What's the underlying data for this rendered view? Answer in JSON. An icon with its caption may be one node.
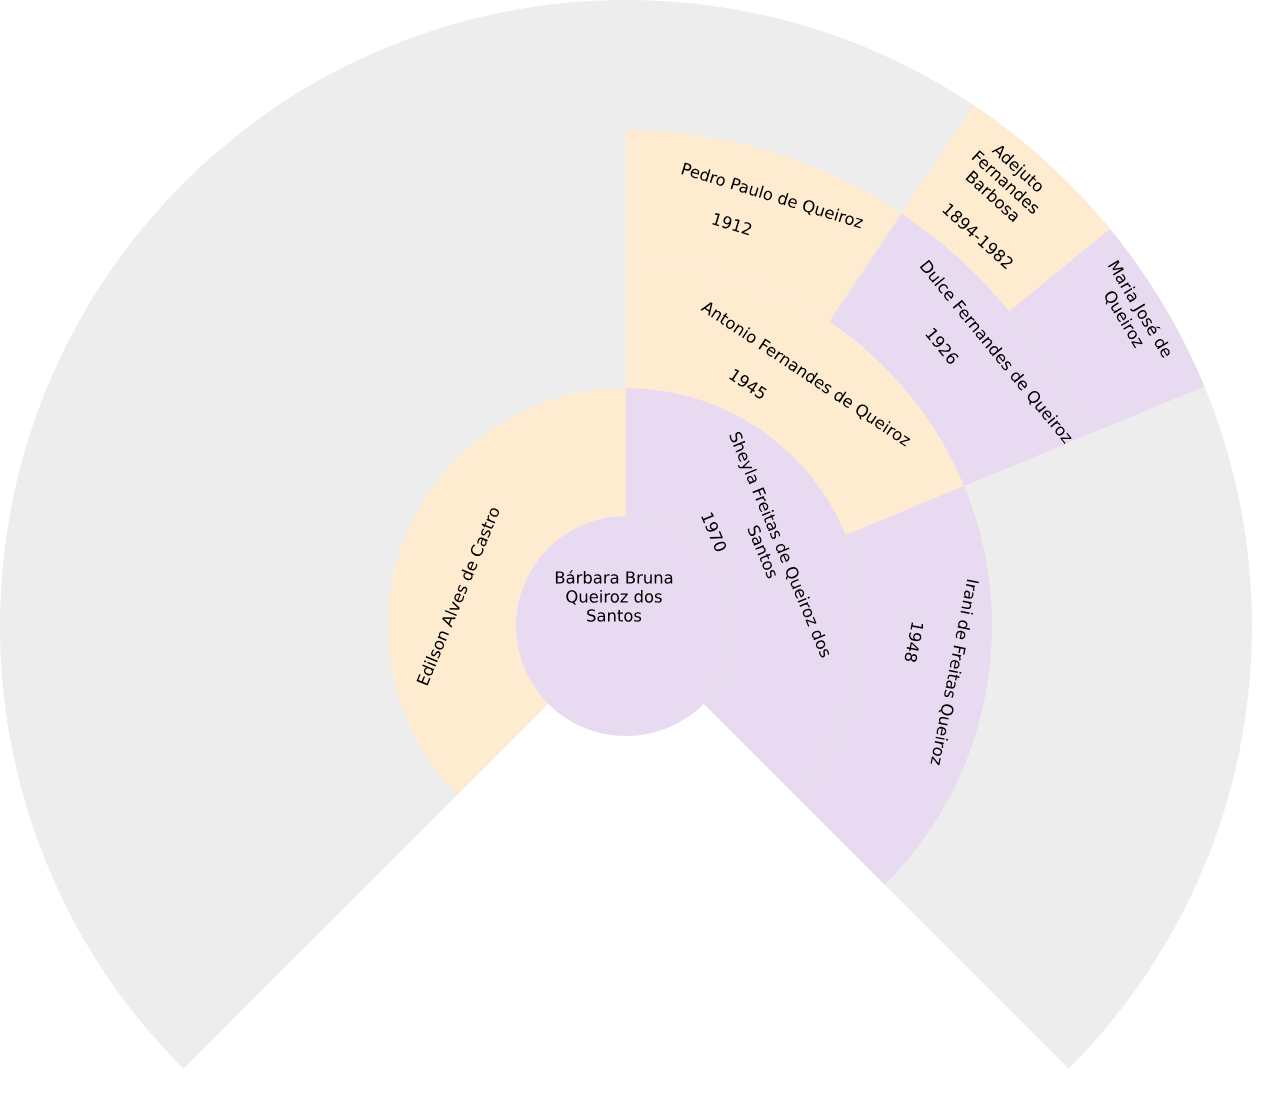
{
  "diagram": {
    "nodes": [
      {
        "text": [
          "Bárbara Bruna Queiroz dos Santos"
        ]
      },
      {
        "text": [
          "Edilson Alves de Castro"
        ]
      },
      {
        "text": [
          "Sheyla Freitas de Queiroz dos Santos",
          "1970"
        ]
      },
      {
        "text": [
          "Antonio Fernandes de Queiroz",
          "1945"
        ]
      },
      {
        "text": [
          "Irani de Freitas Queiroz",
          "1948"
        ]
      },
      {
        "text": [
          "Pedro Paulo de Queiroz",
          "1912"
        ]
      },
      {
        "text": [
          "Dulce Fernandes de Queiroz",
          "1926"
        ]
      },
      {
        "text": [
          "Adejuto Fernandes Barbosa",
          "1894-1982"
        ]
      },
      {
        "text": [
          "Maria José de Queiroz"
        ]
      }
    ]
  }
}
